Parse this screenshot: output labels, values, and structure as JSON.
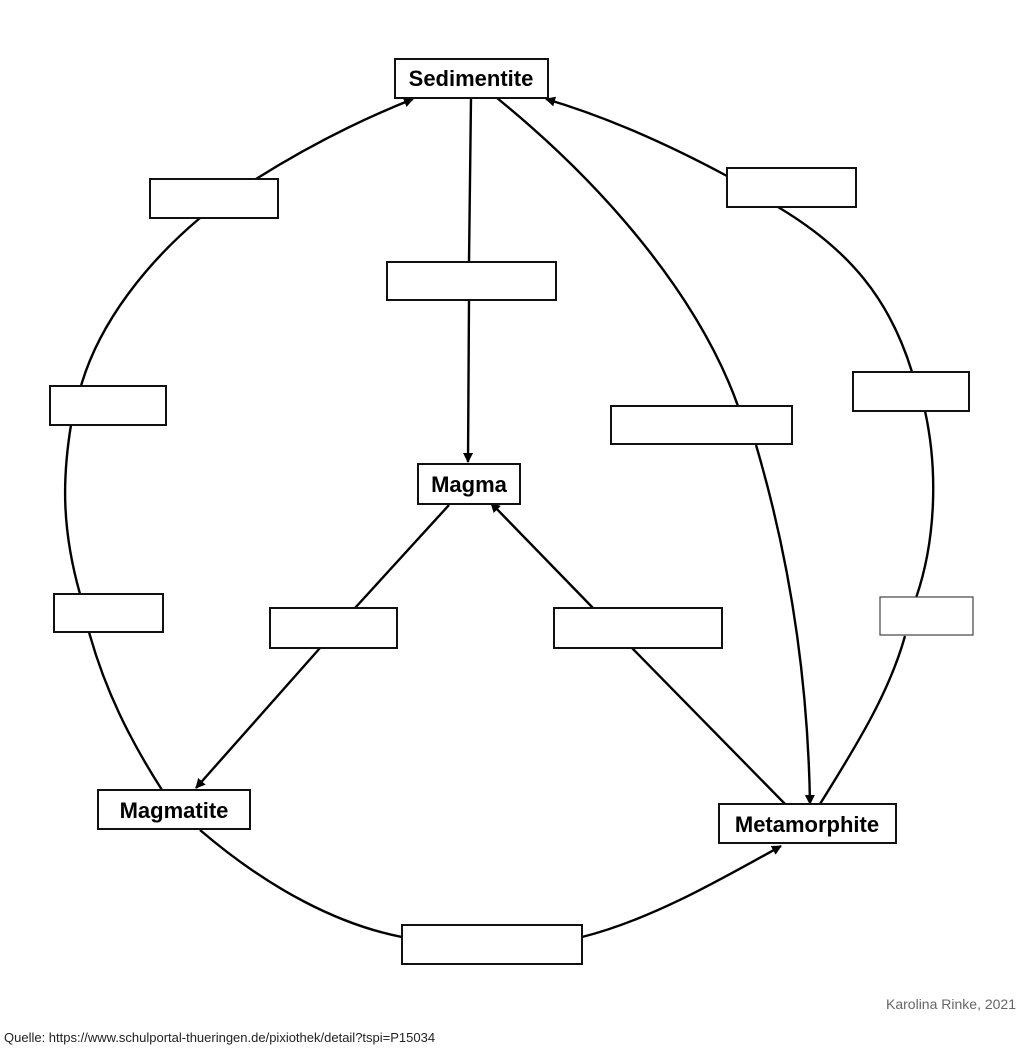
{
  "diagram": {
    "title": "Gesteinskreislauf",
    "nodes": {
      "sedimentite": "Sedimentite",
      "magma": "Magma",
      "magmatite": "Magmatite",
      "metamorphite": "Metamorphite"
    },
    "blank_labels": [
      {
        "id": "sed-to-magma",
        "text": ""
      },
      {
        "id": "sed-to-meta",
        "text": ""
      },
      {
        "id": "meta-to-sed",
        "text": ""
      },
      {
        "id": "right-upper",
        "text": ""
      },
      {
        "id": "right-lower",
        "text": ""
      },
      {
        "id": "magmatite-to-sed-upper",
        "text": ""
      },
      {
        "id": "left-middle",
        "text": ""
      },
      {
        "id": "left-lower",
        "text": ""
      },
      {
        "id": "magma-to-magmatite",
        "text": ""
      },
      {
        "id": "meta-to-magma",
        "text": ""
      },
      {
        "id": "magmatite-to-meta",
        "text": ""
      }
    ],
    "colors": {
      "stroke": "#000000",
      "background": "#ffffff"
    }
  },
  "footer": {
    "author": "Karolina Rinke, 2021",
    "source": "Quelle: https://www.schulportal-thueringen.de/pixiothek/detail?tspi=P15034"
  }
}
